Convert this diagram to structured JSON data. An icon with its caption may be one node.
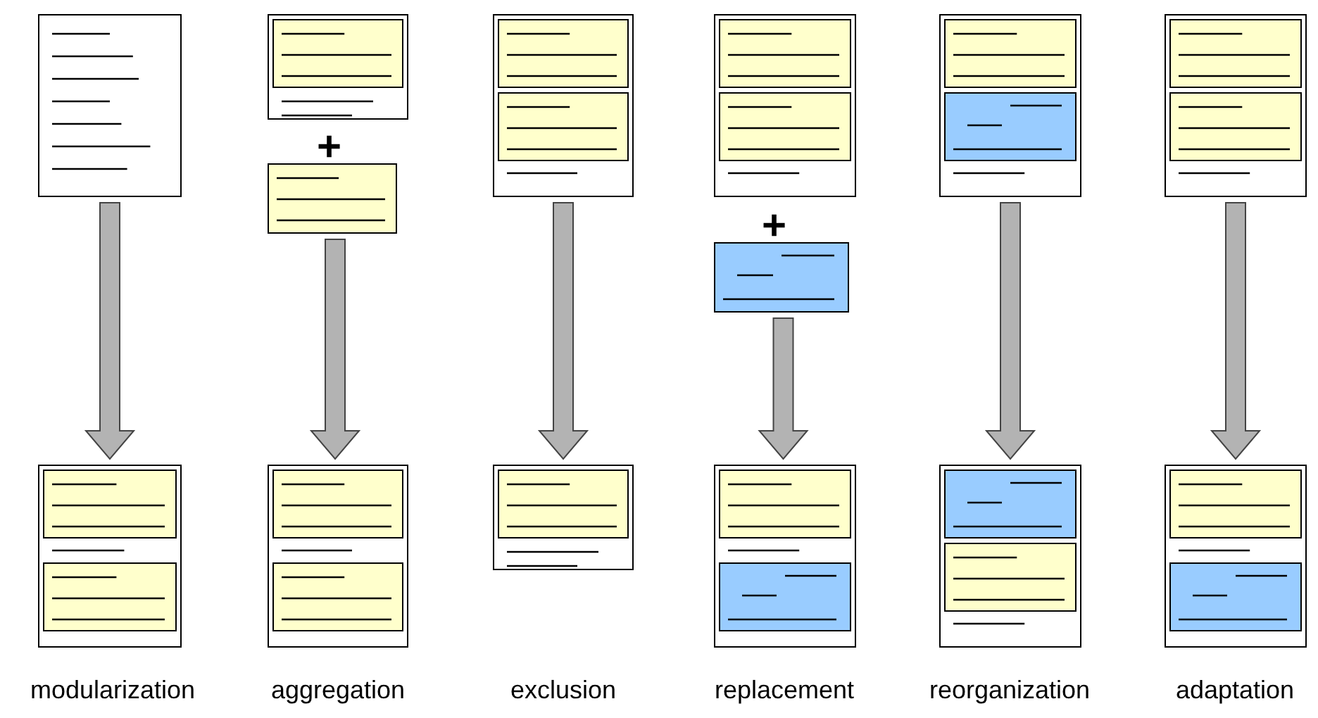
{
  "diagram": {
    "nodes": [
      {
        "text": [],
        "shape": "document"
      },
      {
        "text": [],
        "shape": "document"
      },
      {
        "text": [],
        "shape": "document"
      },
      {
        "text": [],
        "shape": "document"
      },
      {
        "text": [],
        "shape": "document"
      },
      {
        "text": [],
        "shape": "document"
      },
      {
        "text": [],
        "shape": "box"
      },
      {
        "text": [],
        "shape": "box"
      },
      {
        "text": [],
        "shape": "document"
      },
      {
        "text": [],
        "shape": "document"
      },
      {
        "text": [],
        "shape": "document"
      },
      {
        "text": [],
        "shape": "document"
      },
      {
        "text": [],
        "shape": "document"
      },
      {
        "text": [],
        "shape": "document"
      }
    ],
    "edges": [
      {
        "from": 0,
        "to": 8,
        "arrow": "to"
      },
      {
        "from": 6,
        "to": 9,
        "arrow": "to"
      },
      {
        "from": 2,
        "to": 10,
        "arrow": "to"
      },
      {
        "from": 7,
        "to": 11,
        "arrow": "to"
      },
      {
        "from": 4,
        "to": 12,
        "arrow": "to"
      },
      {
        "from": 5,
        "to": 13,
        "arrow": "to"
      }
    ],
    "labels": [
      "+",
      "+",
      "modularization",
      "aggregation",
      "exclusion",
      "replacement",
      "reorganization",
      "adaptation"
    ]
  }
}
